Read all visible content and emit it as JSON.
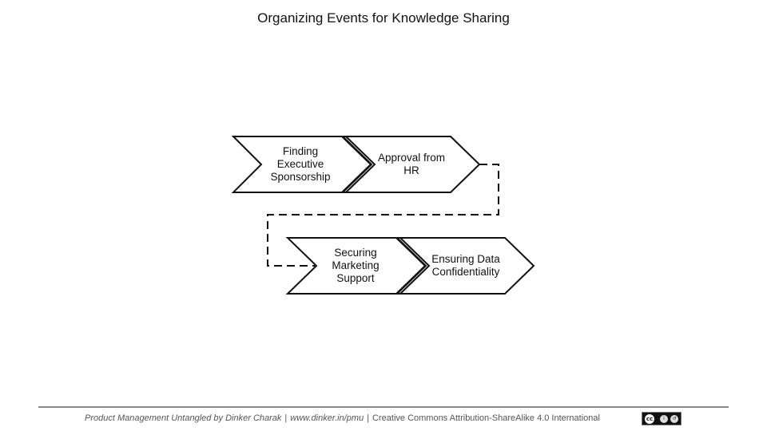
{
  "title": "Organizing Events for Knowledge Sharing",
  "steps": [
    {
      "label": "Finding\nExecutive\nSponsorship"
    },
    {
      "label": "Approval from\nHR"
    },
    {
      "label": "Securing\nMarketing\nSupport"
    },
    {
      "label": "Ensuring Data\nConfidentiality"
    }
  ],
  "footer": {
    "book": "Product Management Untangled by Dinker Charak",
    "url": "www.dinker.in/pmu",
    "license": "Creative Commons Attribution-ShareAlike 4.0 International",
    "badge_icons": [
      "creative-commons-icon",
      "attribution-icon",
      "share-alike-icon"
    ]
  },
  "colors": {
    "stroke": "#111111",
    "footer_text": "#555555",
    "rule": "#8a8a8a"
  }
}
